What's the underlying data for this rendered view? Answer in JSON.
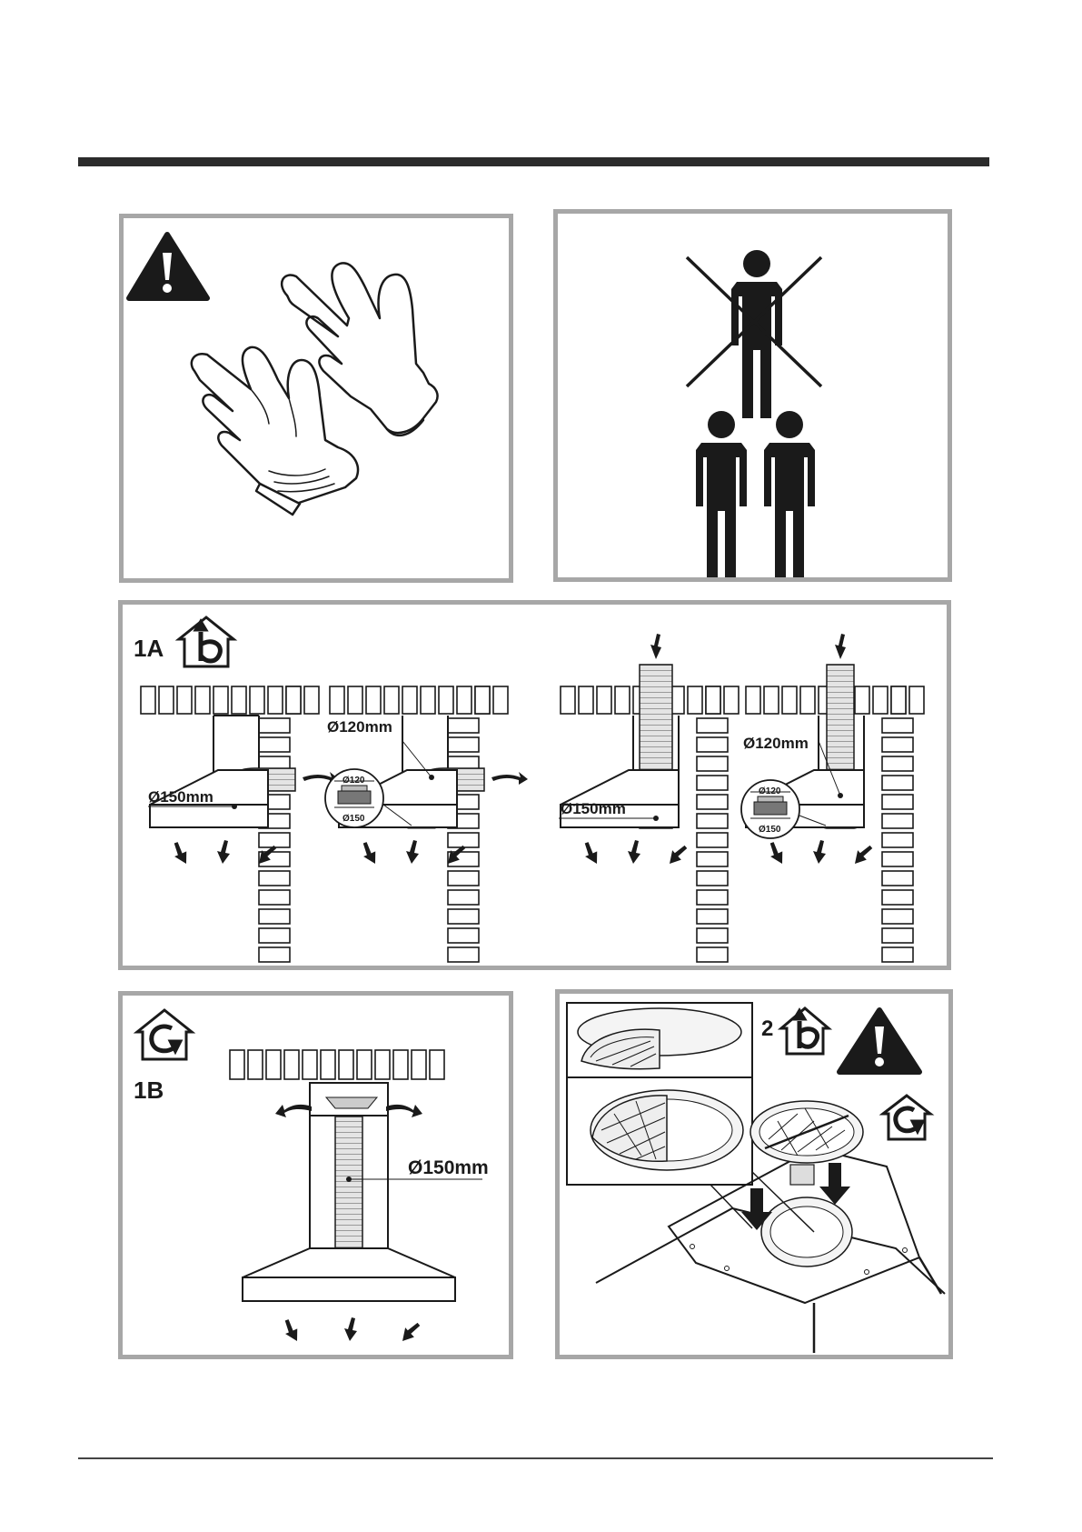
{
  "panels": {
    "p1A": {
      "label": "1A"
    },
    "p1B": {
      "label": "1B"
    },
    "p2": {
      "label": "2"
    }
  },
  "diagram_1a": {
    "dim_150": "Ø150mm",
    "dim_120": "Ø120mm",
    "adapter_top": "Ø120",
    "adapter_bottom": "Ø150"
  },
  "diagram_1b": {
    "dim_150": "Ø150mm"
  },
  "icons": {
    "warning": "warning-triangle-icon",
    "gloves": "gloves-icon",
    "one_person_crossed": "one-person-crossed-icon",
    "two_persons": "two-persons-icon",
    "extraction_mode": "house-extraction-icon",
    "recirculation_mode": "house-recirculation-icon"
  }
}
